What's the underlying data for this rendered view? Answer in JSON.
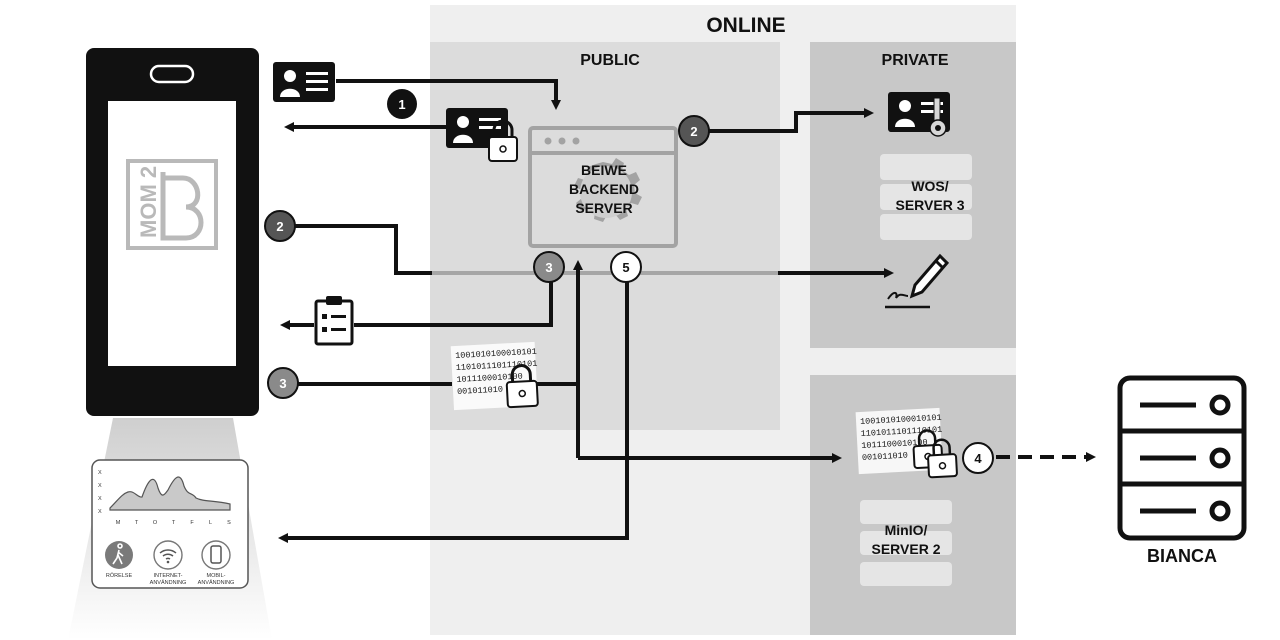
{
  "zones": {
    "online": "ONLINE",
    "public": "PUBLIC",
    "private": "PRIVATE"
  },
  "servers": {
    "beiwe": [
      "BEIWE",
      "BACKEND",
      "SERVER"
    ],
    "wos": [
      "WOS/",
      "SERVER 3"
    ],
    "minio": [
      "MinIO/",
      "SERVER 2"
    ],
    "bianca": "BIANCA"
  },
  "steps": {
    "s1": "1",
    "s2a": "2",
    "s2b": "2",
    "s3a": "3",
    "s3b": "3",
    "s4": "4",
    "s5": "5"
  },
  "binary_lines": [
    "1001010100010101",
    "1101011101110101",
    "1011100010100",
    "001011010"
  ],
  "phone": {
    "logo_text": "MOM 2",
    "chart_days": [
      "M",
      "T",
      "O",
      "T",
      "F",
      "L",
      "S"
    ],
    "chart_ticks": [
      "X",
      "X",
      "X",
      "X"
    ],
    "features": [
      {
        "label1": "RÖRELSE",
        "label2": "",
        "icon": "walking-person-icon"
      },
      {
        "label1": "INTERNET-",
        "label2": "ANVÄNDNING",
        "icon": "wifi-icon"
      },
      {
        "label1": "MOBIL-",
        "label2": "ANVÄNDNING",
        "icon": "mobile-phone-icon"
      }
    ]
  },
  "colors": {
    "online_bg": "#efefef",
    "public_bg": "#dcdcdc",
    "private_bg": "#c8c8c8",
    "step_black": "#111111",
    "step_dark": "#555555",
    "step_mid": "#8a8a8a",
    "step_white": "#ffffff"
  }
}
